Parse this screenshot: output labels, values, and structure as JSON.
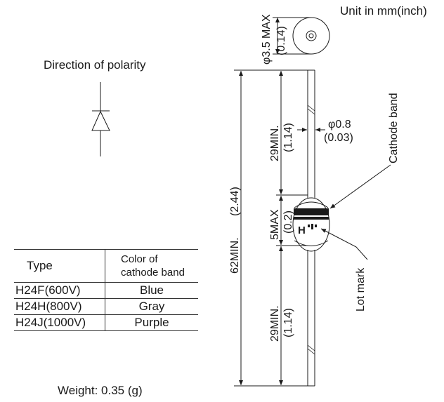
{
  "unit_label": "Unit in mm(inch)",
  "polarity": {
    "title": "Direction of polarity"
  },
  "dimensions": {
    "head_diameter_mm": "φ3.5 MAX",
    "head_diameter_in": "(0.14)",
    "lead_diameter_mm": "φ0.8",
    "lead_diameter_in": "(0.03)",
    "total_length_mm": "62MIN.",
    "total_length_in": "(2.44)",
    "lead_top_mm": "29MIN.",
    "lead_top_in": "(1.14)",
    "body_length_mm": "5MAX",
    "body_length_in": "(0.2)",
    "lead_bottom_mm": "29MIN.",
    "lead_bottom_in": "(1.14)"
  },
  "callouts": {
    "cathode_band": "Cathode band",
    "lot_mark": "Lot mark",
    "body_marking": "H"
  },
  "table": {
    "header_type": "Type",
    "header_color_line1": "Color of",
    "header_color_line2": "cathode band",
    "rows": [
      {
        "type": "H24F(600V)",
        "color": "Blue"
      },
      {
        "type": "H24H(800V)",
        "color": "Gray"
      },
      {
        "type": "H24J(1000V)",
        "color": "Purple"
      }
    ]
  },
  "weight": "Weight: 0.35 (g)"
}
